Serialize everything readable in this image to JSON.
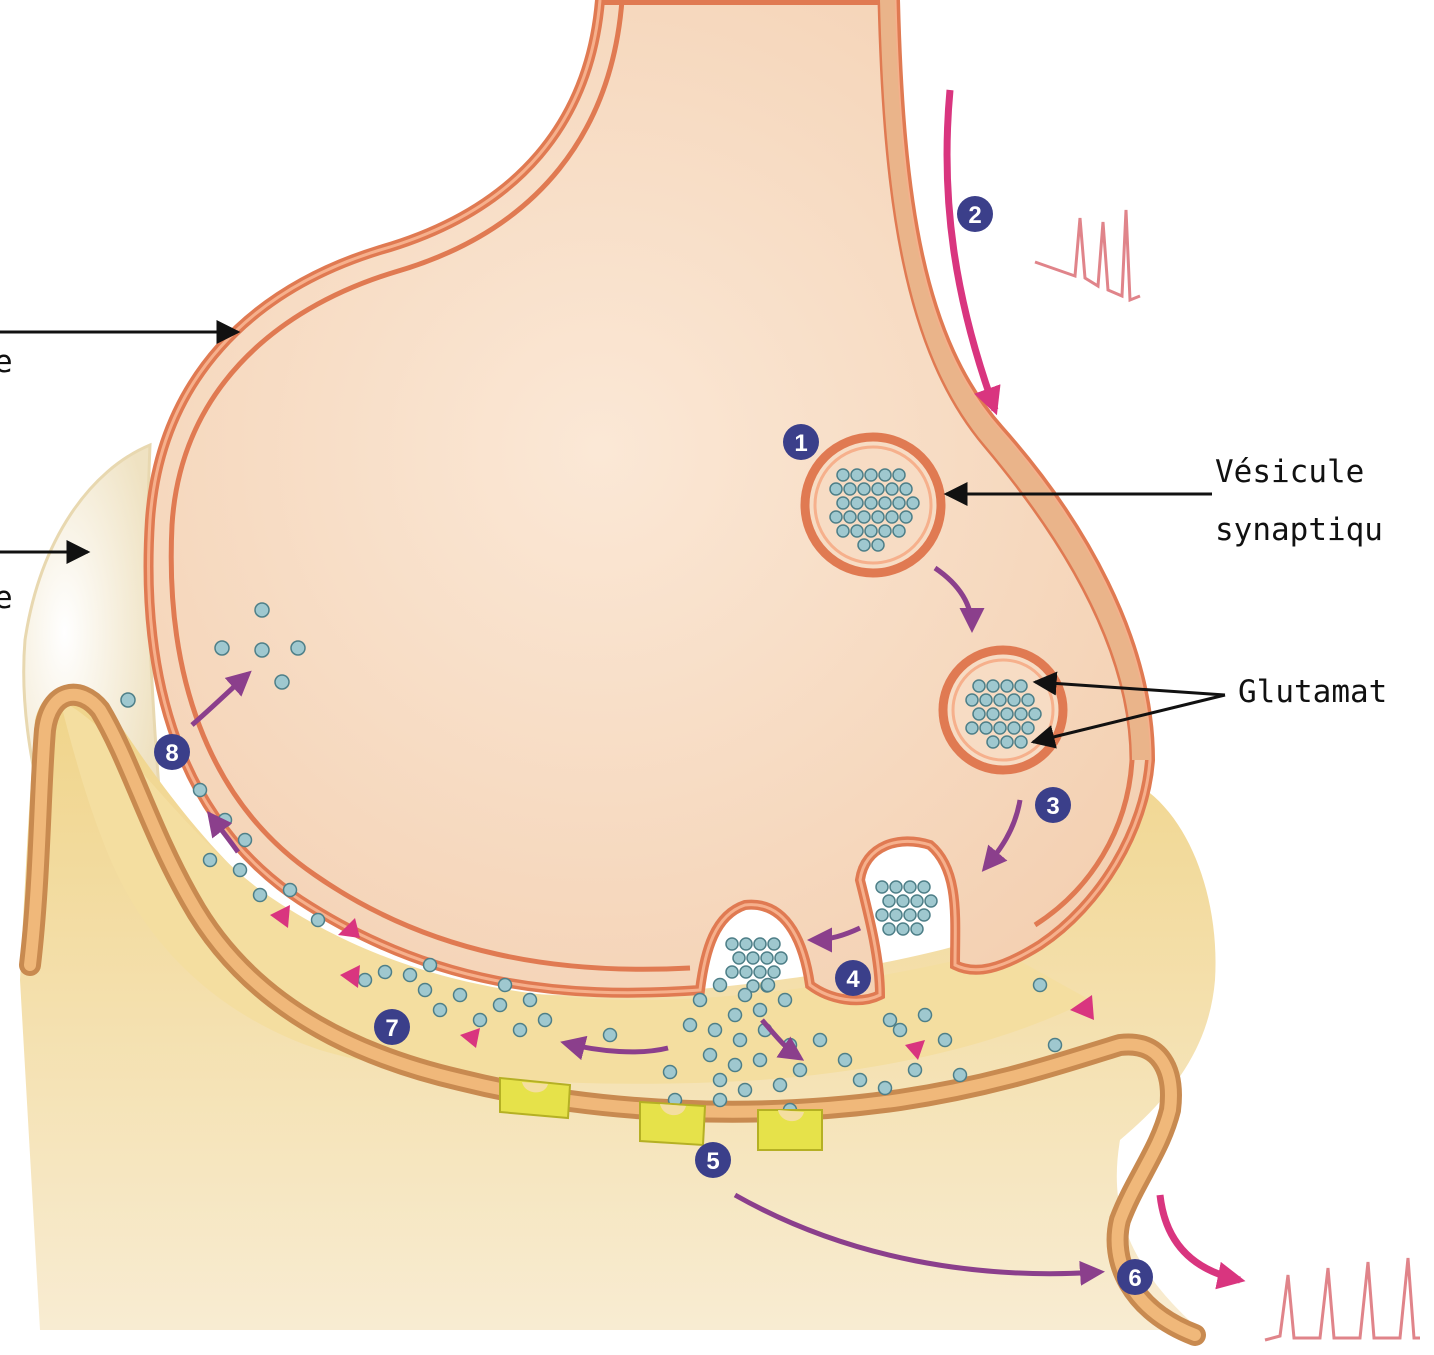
{
  "colors": {
    "cytoplasm": "#f7dcc4",
    "membrane": "#e8906a",
    "cleft": "#f3dc96",
    "postsynaptic": "#e9c46a",
    "glial": "#f8f2e4",
    "vesicle_dot": "#9fc8cf",
    "step_badge": "#3b3f8a",
    "purple_arrow": "#8b3f8c",
    "pink_arrow": "#d9357f",
    "receptor": "#e6e24a"
  },
  "labels": {
    "left_top": "e",
    "left_mid": "e",
    "vesicle_line1": "Vésicule",
    "vesicle_line2": "synaptiqu",
    "glutamate": "Glutamat"
  },
  "steps": [
    "1",
    "2",
    "3",
    "4",
    "5",
    "6",
    "7",
    "8"
  ]
}
